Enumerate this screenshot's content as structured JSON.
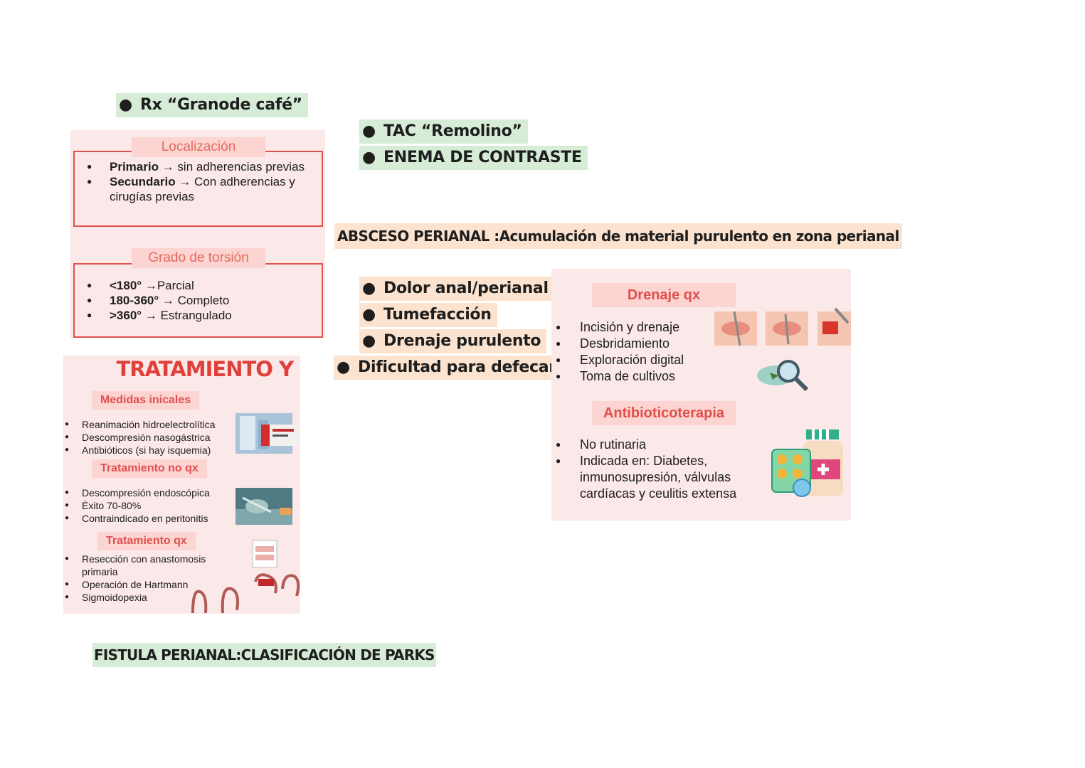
{
  "top_bullets": {
    "rx": "Rx “Granode café”",
    "tac": "TAC “Remolino”",
    "enema": "ENEMA DE CONTRASTE"
  },
  "localizacion": {
    "title": "Localización",
    "items": [
      {
        "term": "Primario",
        "rest": " → sin adherencias previas"
      },
      {
        "term": "Secundario",
        "rest": " → Con adherencias y cirugías previas"
      }
    ]
  },
  "grado_torsion": {
    "title": "Grado de torsión",
    "items": [
      {
        "term": "<180°",
        "rest": " →Parcial"
      },
      {
        "term": "180-360°",
        "rest": " → Completo"
      },
      {
        "term": ">360°",
        "rest": " → Estrangulado"
      }
    ]
  },
  "absceso": {
    "heading": "ABSCESO PERIANAL :Acumulación de material purulento en zona perianal",
    "symptoms": [
      "Dolor anal/perianal",
      "Tumefacción",
      "Drenaje purulento",
      "Dificultad para defecar"
    ]
  },
  "tratamiento": {
    "title": "TRATAMIENTO Y",
    "medidas": {
      "label": "Medidas inicales",
      "items": [
        "Reanimación hidroelectrolítica",
        "Descompresión nasogástrica",
        "Antibióticos (si hay isquemia)"
      ]
    },
    "no_qx": {
      "label": "Tratamiento no qx",
      "items": [
        "Descompresión endoscópica",
        "Éxito 70-80%",
        "Contraindicado en peritonitis"
      ]
    },
    "qx": {
      "label": "Tratamiento qx",
      "items": [
        "Resección con anastomosis primaria",
        "Operación de Hartmann",
        "Sigmoidopexia"
      ]
    }
  },
  "drenaje": {
    "label": "Drenaje qx",
    "items": [
      "Incisión y drenaje",
      "Desbridamiento",
      "Exploración digital",
      "Toma de cultivos"
    ]
  },
  "antibio": {
    "label": "Antibioticoterapia",
    "items": [
      "No rutinaria",
      "Indicada en: Diabetes, inmunosupresión, válvulas cardíacas y ceulitis extensa"
    ]
  },
  "fistula": {
    "heading": "FISTULA PERIANAL:CLASIFICACIÓN DE PARKS"
  },
  "colors": {
    "green_highlight": "#d6ecd6",
    "peach_highlight": "#fbe3cf",
    "panel_pink": "#fbe8e8",
    "accent_red": "#e05252"
  }
}
